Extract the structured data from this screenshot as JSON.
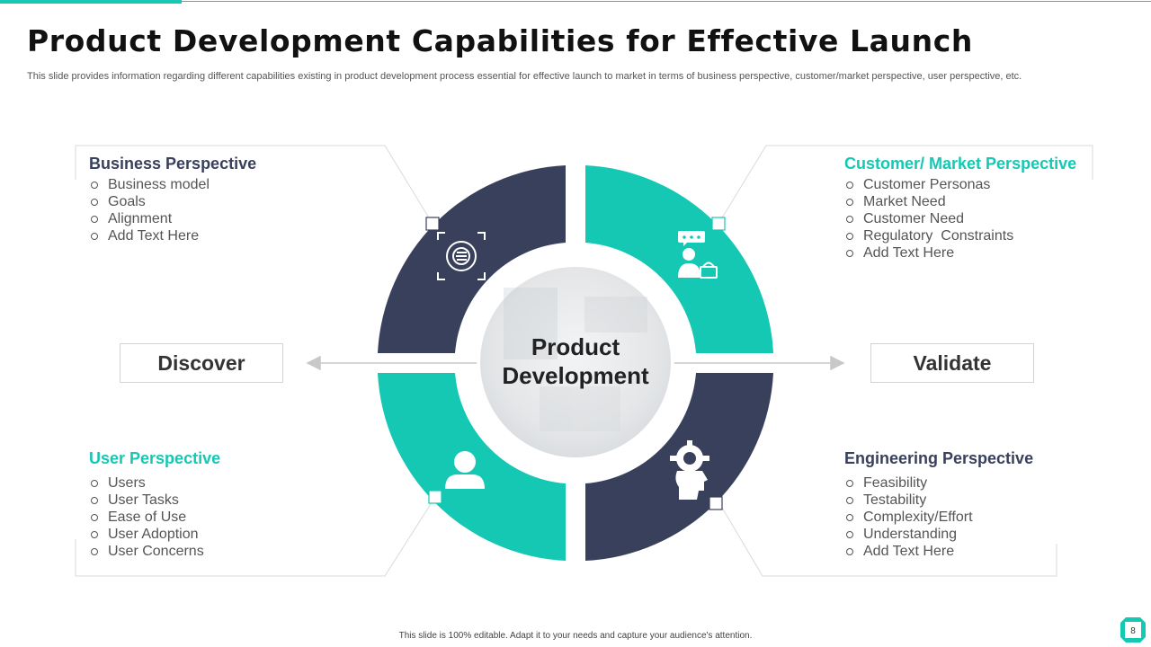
{
  "header": {
    "title": "Product Development Capabilities for Effective Launch",
    "subtitle": "This slide provides information regarding different capabilities existing in product development process essential for effective launch to market in terms of business perspective, customer/market perspective, user perspective, etc."
  },
  "center": {
    "line1": "Product",
    "line2": "Development"
  },
  "left_box": {
    "label": "Discover"
  },
  "right_box": {
    "label": "Validate"
  },
  "colors": {
    "navy": "#38405c",
    "teal": "#14c8b4",
    "accent": "#14c8b4"
  },
  "sections": {
    "business": {
      "heading": "Business Perspective",
      "items": [
        "Business model",
        "Goals",
        "Alignment",
        "Add Text Here"
      ],
      "icon": "strategy-target-icon"
    },
    "customer": {
      "heading": "Customer/ Market Perspective",
      "items": [
        "Customer Personas",
        "Market Need",
        "Customer Need",
        "Regulatory  Constraints",
        "Add Text Here"
      ],
      "icon": "customer-basket-icon"
    },
    "user": {
      "heading": "User Perspective",
      "items": [
        "Users",
        "User Tasks",
        "Ease of Use",
        "User Adoption",
        "User Concerns"
      ],
      "icon": "user-icon"
    },
    "engineering": {
      "heading": "Engineering Perspective",
      "items": [
        "Feasibility",
        "Testability",
        "Complexity/Effort",
        "Understanding",
        "Add Text Here"
      ],
      "icon": "engineering-head-gear-icon"
    }
  },
  "footer": {
    "text": "This slide is 100% editable.  Adapt it to your needs and capture your audience's attention."
  },
  "page": {
    "number": "8"
  }
}
